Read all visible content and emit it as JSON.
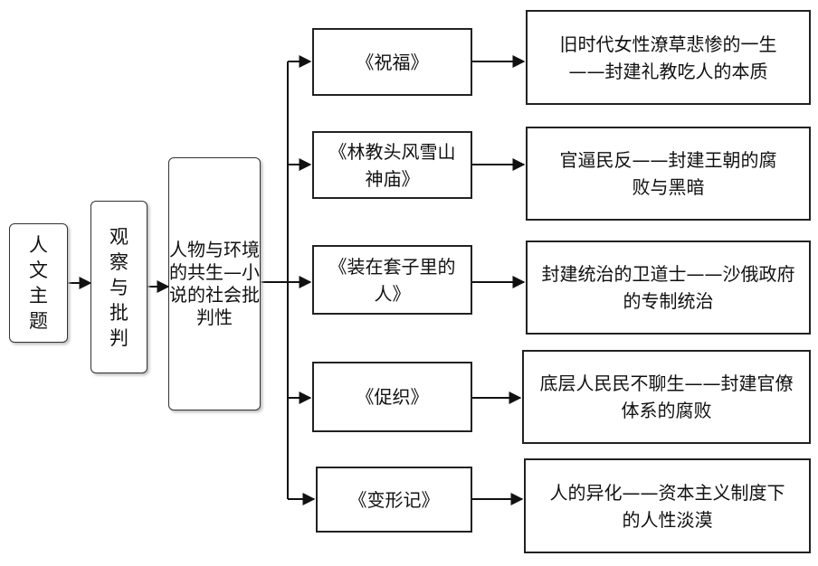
{
  "root": "人文主题",
  "level2": "观察与批判",
  "level3": "人物与环境的共生—小说的社会批判性",
  "works": [
    {
      "title": "《祝福》",
      "theme": "旧时代女性潦草悲惨的一生——封建礼教吃人的本质"
    },
    {
      "title": "《林教头风雪山神庙》",
      "theme": "官逼民反——封建王朝的腐败与黑暗"
    },
    {
      "title": "《装在套子里的人》",
      "theme": "封建统治的卫道士——沙俄政府的专制统治"
    },
    {
      "title": "《促织》",
      "theme": "底层人民民不聊生——封建官僚体系的腐败"
    },
    {
      "title": "《变形记》",
      "theme": "人的异化——资本主义制度下的人性淡漠"
    }
  ]
}
